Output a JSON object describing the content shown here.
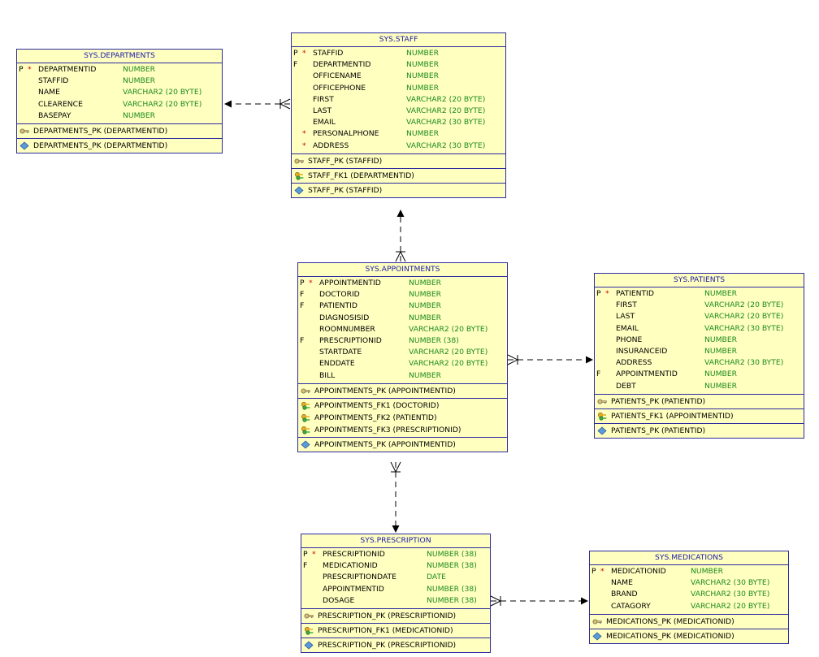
{
  "entities": {
    "departments": {
      "title": "SYS.DEPARTMENTS",
      "columns": [
        {
          "flag": "P",
          "req": "*",
          "name": "DEPARTMENTID",
          "type": "NUMBER"
        },
        {
          "flag": "",
          "req": "",
          "name": "STAFFID",
          "type": "NUMBER"
        },
        {
          "flag": "",
          "req": "",
          "name": "NAME",
          "type": "VARCHAR2 (20 BYTE)"
        },
        {
          "flag": "",
          "req": "",
          "name": "CLEARENCE",
          "type": "VARCHAR2 (20 BYTE)"
        },
        {
          "flag": "",
          "req": "",
          "name": "BASEPAY",
          "type": "NUMBER"
        }
      ],
      "pk": [
        "DEPARTMENTS_PK (DEPARTMENTID)"
      ],
      "fk": [],
      "idx": [
        "DEPARTMENTS_PK (DEPARTMENTID)"
      ]
    },
    "staff": {
      "title": "SYS.STAFF",
      "columns": [
        {
          "flag": "P",
          "req": "*",
          "name": "STAFFID",
          "type": "NUMBER"
        },
        {
          "flag": "F",
          "req": "",
          "name": "DEPARTMENTID",
          "type": "NUMBER"
        },
        {
          "flag": "",
          "req": "",
          "name": "OFFICENAME",
          "type": "NUMBER"
        },
        {
          "flag": "",
          "req": "",
          "name": "OFFICEPHONE",
          "type": "NUMBER"
        },
        {
          "flag": "",
          "req": "",
          "name": "FIRST",
          "type": "VARCHAR2 (20 BYTE)"
        },
        {
          "flag": "",
          "req": "",
          "name": "LAST",
          "type": "VARCHAR2 (20 BYTE)"
        },
        {
          "flag": "",
          "req": "",
          "name": "EMAIL",
          "type": "VARCHAR2 (30 BYTE)"
        },
        {
          "flag": "",
          "req": "*",
          "name": "PERSONALPHONE",
          "type": "NUMBER"
        },
        {
          "flag": "",
          "req": "*",
          "name": "ADDRESS",
          "type": "VARCHAR2 (30 BYTE)"
        }
      ],
      "pk": [
        "STAFF_PK (STAFFID)"
      ],
      "fk": [
        "STAFF_FK1 (DEPARTMENTID)"
      ],
      "idx": [
        "STAFF_PK (STAFFID)"
      ]
    },
    "appointments": {
      "title": "SYS.APPOINTMENTS",
      "columns": [
        {
          "flag": "P",
          "req": "*",
          "name": "APPOINTMENTID",
          "type": "NUMBER"
        },
        {
          "flag": "F",
          "req": "",
          "name": "DOCTORID",
          "type": "NUMBER"
        },
        {
          "flag": "F",
          "req": "",
          "name": "PATIENTID",
          "type": "NUMBER"
        },
        {
          "flag": "",
          "req": "",
          "name": "DIAGNOSISID",
          "type": "NUMBER"
        },
        {
          "flag": "",
          "req": "",
          "name": "ROOMNUMBER",
          "type": "VARCHAR2 (20 BYTE)"
        },
        {
          "flag": "F",
          "req": "",
          "name": "PRESCRIPTIONID",
          "type": "NUMBER (38)"
        },
        {
          "flag": "",
          "req": "",
          "name": "STARTDATE",
          "type": "VARCHAR2 (20 BYTE)"
        },
        {
          "flag": "",
          "req": "",
          "name": "ENDDATE",
          "type": "VARCHAR2 (20 BYTE)"
        },
        {
          "flag": "",
          "req": "",
          "name": "BILL",
          "type": "NUMBER"
        }
      ],
      "pk": [
        "APPOINTMENTS_PK (APPOINTMENTID)"
      ],
      "fk": [
        "APPOINTMENTS_FK1 (DOCTORID)",
        "APPOINTMENTS_FK2 (PATIENTID)",
        "APPOINTMENTS_FK3 (PRESCRIPTIONID)"
      ],
      "idx": [
        "APPOINTMENTS_PK (APPOINTMENTID)"
      ]
    },
    "patients": {
      "title": "SYS.PATIENTS",
      "columns": [
        {
          "flag": "P",
          "req": "*",
          "name": "PATIENTID",
          "type": "NUMBER"
        },
        {
          "flag": "",
          "req": "",
          "name": "FIRST",
          "type": "VARCHAR2 (20 BYTE)"
        },
        {
          "flag": "",
          "req": "",
          "name": "LAST",
          "type": "VARCHAR2 (20 BYTE)"
        },
        {
          "flag": "",
          "req": "",
          "name": "EMAIL",
          "type": "VARCHAR2 (30 BYTE)"
        },
        {
          "flag": "",
          "req": "",
          "name": "PHONE",
          "type": "NUMBER"
        },
        {
          "flag": "",
          "req": "",
          "name": "INSURANCEID",
          "type": "NUMBER"
        },
        {
          "flag": "",
          "req": "",
          "name": "ADDRESS",
          "type": "VARCHAR2 (30 BYTE)"
        },
        {
          "flag": "F",
          "req": "",
          "name": "APPOINTMENTID",
          "type": "NUMBER"
        },
        {
          "flag": "",
          "req": "",
          "name": "DEBT",
          "type": "NUMBER"
        }
      ],
      "pk": [
        "PATIENTS_PK (PATIENTID)"
      ],
      "fk": [
        "PATIENTS_FK1 (APPOINTMENTID)"
      ],
      "idx": [
        "PATIENTS_PK (PATIENTID)"
      ]
    },
    "prescription": {
      "title": "SYS.PRESCRIPTION",
      "columns": [
        {
          "flag": "P",
          "req": "*",
          "name": "PRESCRIPTIONID",
          "type": "NUMBER (38)"
        },
        {
          "flag": "F",
          "req": "",
          "name": "MEDICATIONID",
          "type": "NUMBER (38)"
        },
        {
          "flag": "",
          "req": "",
          "name": "PRESCRIPTIONDATE",
          "type": "DATE"
        },
        {
          "flag": "",
          "req": "",
          "name": "APPOINTMENTID",
          "type": "NUMBER (38)"
        },
        {
          "flag": "",
          "req": "",
          "name": "DOSAGE",
          "type": "NUMBER (38)"
        }
      ],
      "pk": [
        "PRESCRIPTION_PK (PRESCRIPTIONID)"
      ],
      "fk": [
        "PRESCRIPTION_FK1 (MEDICATIONID)"
      ],
      "idx": [
        "PRESCRIPTION_PK (PRESCRIPTIONID)"
      ]
    },
    "medications": {
      "title": "SYS.MEDICATIONS",
      "columns": [
        {
          "flag": "P",
          "req": "*",
          "name": "MEDICATIONID",
          "type": "NUMBER"
        },
        {
          "flag": "",
          "req": "",
          "name": "NAME",
          "type": "VARCHAR2 (30 BYTE)"
        },
        {
          "flag": "",
          "req": "",
          "name": "BRAND",
          "type": "VARCHAR2 (30 BYTE)"
        },
        {
          "flag": "",
          "req": "",
          "name": "CATAGORY",
          "type": "VARCHAR2 (20 BYTE)"
        }
      ],
      "pk": [
        "MEDICATIONS_PK (MEDICATIONID)"
      ],
      "fk": [],
      "idx": [
        "MEDICATIONS_PK (MEDICATIONID)"
      ]
    }
  },
  "relationships": [
    {
      "from": "staff",
      "to": "departments",
      "name": "STAFF_FK1"
    },
    {
      "from": "appointments",
      "to": "staff",
      "name": "APPOINTMENTS_FK1"
    },
    {
      "from": "appointments",
      "to": "patients",
      "name": "APPOINTMENTS_FK2"
    },
    {
      "from": "appointments",
      "to": "prescription",
      "name": "APPOINTMENTS_FK3"
    },
    {
      "from": "prescription",
      "to": "medications",
      "name": "PRESCRIPTION_FK1"
    }
  ],
  "colors": {
    "entity_fill": "#ffffc0",
    "entity_border": "#2a2aa0",
    "title_text": "#1a1aa8",
    "type_text": "#1c8a1c",
    "required_marker": "#d00000"
  },
  "icons": {
    "pk": "primary-key-icon",
    "fk": "foreign-key-icon",
    "index": "index-diamond-icon"
  }
}
